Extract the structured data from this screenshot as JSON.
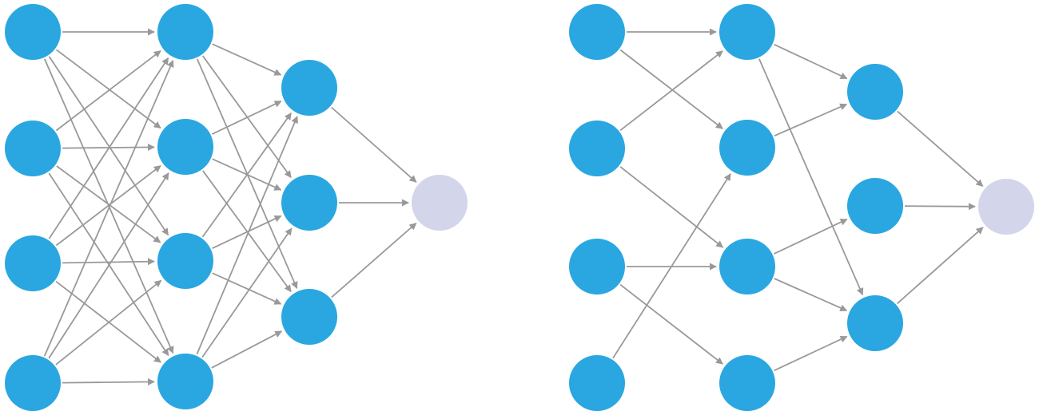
{
  "colors": {
    "background": "#ffffff",
    "node": "#2aa7e1",
    "output_node": "#d3d6ea",
    "edge": "#999999"
  },
  "diagrams": [
    {
      "name": "fully-connected",
      "layers": [
        4,
        4,
        3,
        1
      ],
      "edges": [
        [
          0,
          0,
          1,
          0
        ],
        [
          0,
          0,
          1,
          1
        ],
        [
          0,
          0,
          1,
          2
        ],
        [
          0,
          0,
          1,
          3
        ],
        [
          0,
          1,
          1,
          0
        ],
        [
          0,
          1,
          1,
          1
        ],
        [
          0,
          1,
          1,
          2
        ],
        [
          0,
          1,
          1,
          3
        ],
        [
          0,
          2,
          1,
          0
        ],
        [
          0,
          2,
          1,
          1
        ],
        [
          0,
          2,
          1,
          2
        ],
        [
          0,
          2,
          1,
          3
        ],
        [
          0,
          3,
          1,
          0
        ],
        [
          0,
          3,
          1,
          1
        ],
        [
          0,
          3,
          1,
          2
        ],
        [
          0,
          3,
          1,
          3
        ],
        [
          1,
          0,
          2,
          0
        ],
        [
          1,
          0,
          2,
          1
        ],
        [
          1,
          0,
          2,
          2
        ],
        [
          1,
          1,
          2,
          0
        ],
        [
          1,
          1,
          2,
          1
        ],
        [
          1,
          1,
          2,
          2
        ],
        [
          1,
          2,
          2,
          0
        ],
        [
          1,
          2,
          2,
          1
        ],
        [
          1,
          2,
          2,
          2
        ],
        [
          1,
          3,
          2,
          0
        ],
        [
          1,
          3,
          2,
          1
        ],
        [
          1,
          3,
          2,
          2
        ],
        [
          2,
          0,
          3,
          0
        ],
        [
          2,
          1,
          3,
          0
        ],
        [
          2,
          2,
          3,
          0
        ]
      ]
    },
    {
      "name": "sparse",
      "layers": [
        4,
        4,
        3,
        1
      ],
      "edges": [
        [
          0,
          0,
          1,
          0
        ],
        [
          0,
          0,
          1,
          1
        ],
        [
          0,
          1,
          1,
          0
        ],
        [
          0,
          1,
          1,
          2
        ],
        [
          0,
          2,
          1,
          2
        ],
        [
          0,
          2,
          1,
          3
        ],
        [
          0,
          3,
          1,
          1
        ],
        [
          1,
          0,
          2,
          0
        ],
        [
          1,
          0,
          2,
          2
        ],
        [
          1,
          1,
          2,
          0
        ],
        [
          1,
          2,
          2,
          1
        ],
        [
          1,
          2,
          2,
          2
        ],
        [
          1,
          3,
          2,
          2
        ],
        [
          2,
          0,
          3,
          0
        ],
        [
          2,
          1,
          3,
          0
        ],
        [
          2,
          2,
          3,
          0
        ]
      ]
    }
  ]
}
